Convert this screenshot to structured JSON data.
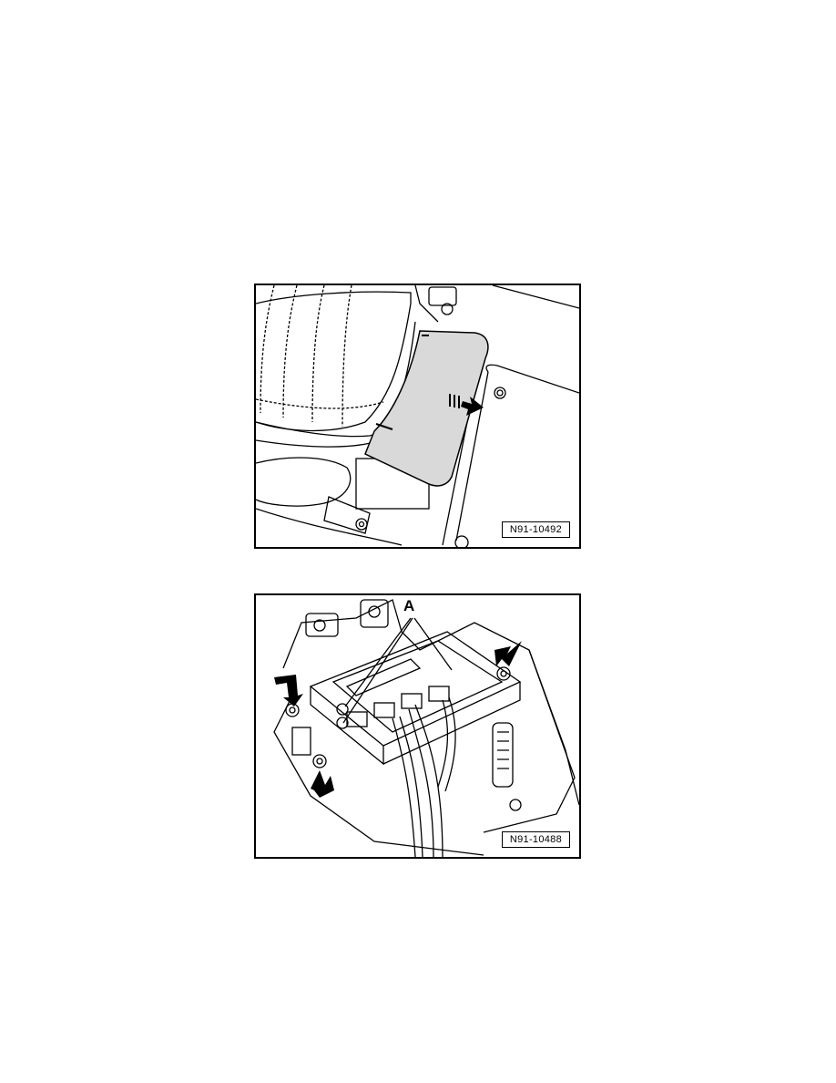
{
  "figures": [
    {
      "label": "N91-10492"
    },
    {
      "label": "N91-10488",
      "callout": "A"
    }
  ]
}
